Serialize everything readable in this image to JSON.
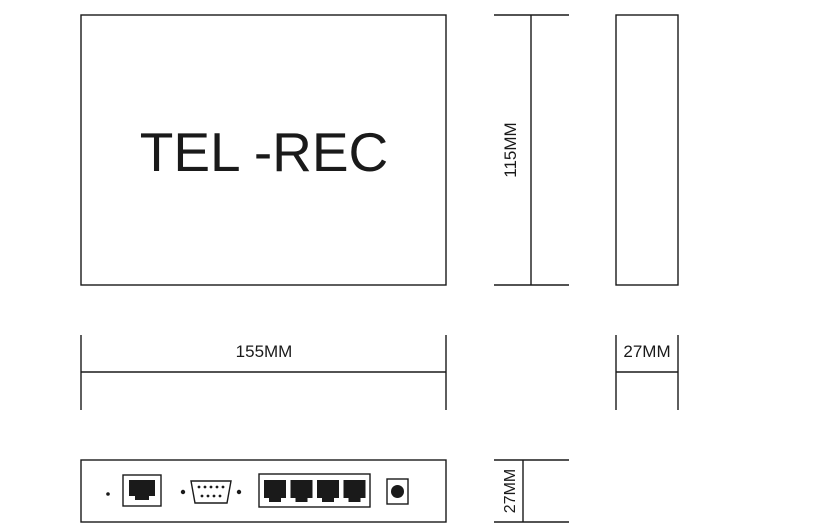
{
  "device": {
    "name": "TEL -REC"
  },
  "dimensions": {
    "length": "155MM",
    "width": "115MM",
    "height_side": "27MM",
    "height_rear": "27MM"
  },
  "rear_panel": {
    "rj45_port_count": 4,
    "ports": [
      "ethernet-port",
      "serial-db9-port",
      "rj45-port-bank",
      "dc-power-jack"
    ]
  }
}
